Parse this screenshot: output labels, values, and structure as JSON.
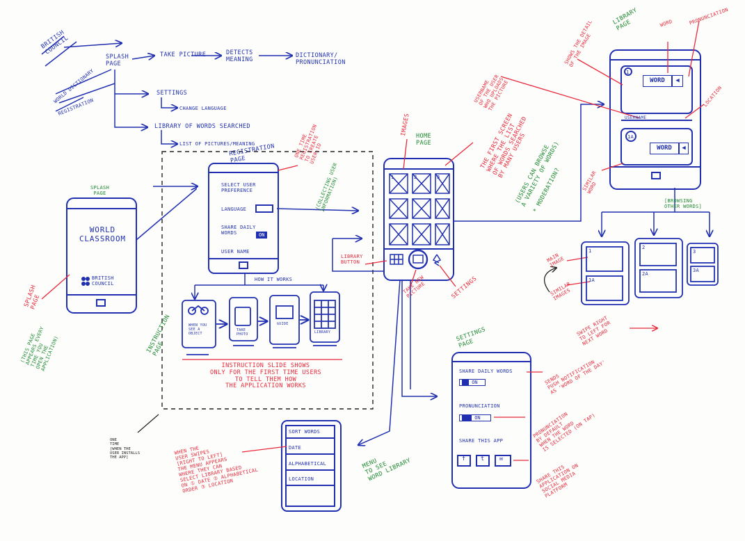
{
  "flow": {
    "british_council": "BRITISH\nCOUNCIL",
    "world_dictionary": "WORLD DICTIONARY",
    "registration": "REGISTRATION",
    "splash_page": "SPLASH\nPAGE",
    "take_picture": "TAKE PICTURE",
    "detects_meaning": "DETECTS\nMEANING",
    "dictionary_pronunciation": "DICTIONARY/\nPRONUNCIATION",
    "settings": "SETTINGS",
    "change_language": "CHANGE LANGUAGE",
    "library_of_words": "LIBRARY OF WORDS SEARCHED",
    "list_of_pictures": "LIST OF PICTURES/MEANING"
  },
  "splash": {
    "heading": "SPLASH\nPAGE",
    "title": "WORLD\nCLASSROOM",
    "logo_text": "BRITISH\nCOUNCIL",
    "note_red": "SPLASH\nPAGE",
    "note_green": "(THIS PAGE\nAPPEARS EVERY\nTIME YOU\nOPEN THE\nAPPLICATION)"
  },
  "registration": {
    "heading": "REGISTRATION\nPAGE",
    "select_pref": "SELECT USER\nPREFERENCE",
    "language": "LANGUAGE",
    "share_daily": "SHARE DAILY\nWORDS",
    "on": "ON",
    "user_name": "USER NAME",
    "note_red": "ONE TIME\nREGISTRATION\nTO CREATE\nUSER-ID",
    "note_green": "(COLLECTING USER\nINFORMATION)",
    "how_it_works": "HOW IT WORKS"
  },
  "instruction": {
    "label": "INSTRUCTION\nPAGE",
    "card1": "WHEN YOU\nSEE A\nOBJECT",
    "card2": "TAKE\nPHOTO",
    "card3": "GUIDE",
    "card4": "LIBRARY",
    "note": "INSTRUCTION SLIDE SHOWS\nONLY FOR THE FIRST TIME USERS\nTO TELL THEM HOW\nTHE APPLICATION WORKS",
    "one_time": "ONE\nTIME\n[WHEN THE\nUSER INSTALLS\nTHE APP]"
  },
  "home": {
    "heading": "HOME\nPAGE",
    "images_label": "IMAGES",
    "note_red": "THE FIRST SCREEN\nWHERE THE LIST\nOF WORDS SEARCHED\nBY MANY USERS",
    "note_green": "(USERS CAN BROWSE\nA VARIETY OF WORDS)\n\n* MODERATION?",
    "library_button": "LIBRARY\nBUTTON",
    "take_new_picture": "TAKE NEW\nPICTURE",
    "settings": "SETTINGS",
    "tile_labels": [
      "1",
      "2",
      "3"
    ]
  },
  "library": {
    "heading": "LIBRARY\nPAGE",
    "word_label": "WORD",
    "pronunciation_label": "PRONUNCIATION",
    "shows_detail": "SHOWS THE DETAIL\nOF THE IMAGE",
    "username_note": "USERNAME\nOF THE USER\nWHO UPLOADS\nTHE PICTURE",
    "username": "USERNAME",
    "location": "LOCATION",
    "word": "WORD",
    "img1": "1",
    "img1a": "1A",
    "similar_word": "SIMILAR\nWORD",
    "browsing": "[BROWSING\nOTHER WORDS]",
    "main_image": "MAIN\nIMAGE",
    "similar_images": "SIMILAR\nIMAGES",
    "swipe": "SWIPE RIGHT\nTO LEFT FOR\nNEXT WORD",
    "thumbs": [
      "1",
      "1A",
      "2",
      "2A",
      "3",
      "3A"
    ]
  },
  "settings": {
    "heading": "SETTINGS\nPAGE",
    "share_daily": "SHARE DAILY WORDS",
    "on": "ON",
    "pronunciation": "PRONUNCIATION",
    "share_app": "SHARE THIS APP",
    "note_push": "SENDS\nPUSH NOTIFICATION\nAS 'WORD OF THE DAY'",
    "note_pron": "PRONUNCIATION\nBY DEFAULT\nWHEN THE WORD\nIS SELECTED (ON TAP)",
    "note_share": "SHARE THIS\nAPPLICATION ON\nSOCIAL MEDIA\nPLATFORM",
    "social": [
      "f",
      "t",
      "✉"
    ]
  },
  "menu": {
    "items": [
      "SORT WORDS",
      "DATE",
      "ALPHABETICAL",
      "LOCATION"
    ],
    "green_label": "MENU\nTO SEE\nWORD LIBRARY",
    "note_red": "WHEN THE\nUSER SWIPES\n[RIGHT TO LEFT]\nTHE MENU APPEARS\nWHERE THEY CAN\nSELECT LIBRARY BASED\nON ① DATE ② ALPHABETICAL\nORDER ③ LOCATION"
  }
}
